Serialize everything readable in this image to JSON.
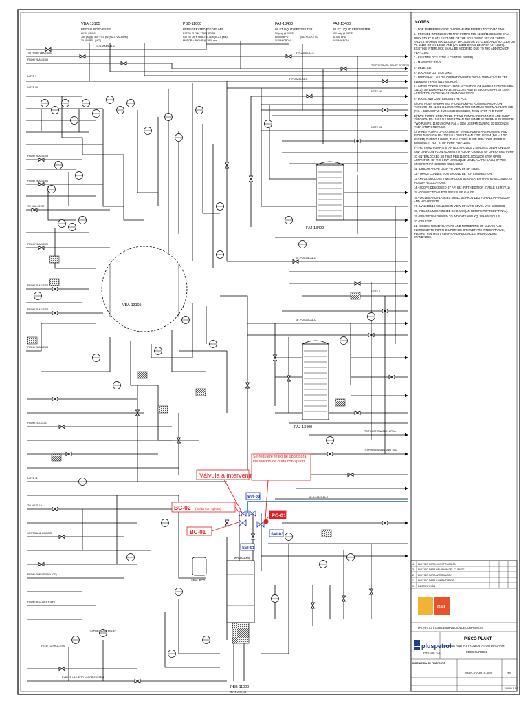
{
  "equipment": {
    "vba": {
      "tag": "VBA-13105",
      "service": "FEED SURGE VESSEL",
      "lines": [
        "60'-0\" SS/SS",
        "150 psig @ 400°F/15 psi (FULL VACUUM)",
        "25,000 BBL (NET)"
      ],
      "label_tank": "VBA-13105"
    },
    "pbb": {
      "tag": "PBB-11000",
      "service": "REFRIGERATED FEED PUMP",
      "lines": [
        "RATED FLOW: 1750 USGPM",
        "RATED DIFF HEAD: 1178 ft (512.5 psia)",
        "MOTOR = 800 HP @ 1800 rpm"
      ],
      "label_bottom": "PBB-11000",
      "label_bottom_sub": "NOTE 2 12, 14"
    },
    "faj1": {
      "tag": "FAJ-13400",
      "service": "INLET LIQUID FEED FILTER",
      "lines": [
        "50 psig @ 150°F",
        "80,000 BPD",
        "5/10 MICRON"
      ],
      "extra": "(NO POCKETS)",
      "label_body": "FAJ-13400"
    },
    "faj2": {
      "tag": "FAJ-13400",
      "service": "INLET LIQUID FEED FILTER",
      "lines": [
        "150 psig @ 150°F",
        "80,000 BPD",
        "5/10 MICRON"
      ],
      "label_body": "FAJ-13400"
    },
    "mpeb": {
      "tag": "MPEB11000"
    },
    "seal_pot": "SEAL POT"
  },
  "callouts": {
    "valvula": "Válvula a intervenir",
    "bc02": "BC-02",
    "bc02_note": "(Brida con spiton)",
    "bc01": "BC-01",
    "pc01": "PC-01",
    "red_note": "Se requiere retiro de uboit para instalación de brida con spitoh",
    "svi02": "SVI-02",
    "svi01": "SVI-01",
    "svi03": "SVI-03"
  },
  "notes": {
    "title": "NOTES:",
    "items": [
      "1.- FOR NUMBERS INSIDE DIAGRAM LINK REFERS TO \"TOAN\" FINAL",
      "2.- PROVIDE INTERLOCK TO TRIP PUMPS PBB-11000/11000/11000 CAN ONLY START IF AT LEAST ONE OF THE FOLLOWING SET OF THREE VALVES IS OPEN: (VK-13103 OR VK-13105 OR VK-13103) AND (VK-13108 OR VK-13106 OR VK-13103) AND (VK-13104 OR VK-13107 OR VK-13107). EXISTING INTERLOCK SHALL BE MODIFIED DUE TO THE ADDITION OF VBA-13103.",
      "3.- EXISTING DCS FTNG & CS FTUS (SWGR)",
      "4.- MAGNETIC PSV's",
      "5.- DELETED.",
      "6.- LOCATED OUTSIDE DIKE.",
      "7.- FEED SHALL ALLOW OPERATION WITH TWO ALTERNATIVE FILTER ELEMENT TYPES (5/10 MICRON).",
      "8.- INTERLOCKED SO THAT UPON ACTIVATION OF (HHRA-13105 OR LHRA-13112), XV-13106 AND XV-13109 CLOSE AND 15 SECONDS AFTER LAHH ACTIVATION CLOSE XV-13105 AND XV-13102.",
      "9.- LOGIC AND CONTROLS IN THE PCS:",
      "A) ONE PUMP OPERATING: IF ONE PUMP IS RUNNING AND FLOW THROUGH FE-11001 IS LOWER THAN THE MINIMUM THERMAL FLOW, 350 (FAL = 320 USGPM) DURING 30 SECONDS, THEN STOP THE PUMP.",
      "B) TWO PUMPS OPERATING: IF TWO PUMPS ARE RUNNING AND FLOW THROUGH FE-11001 IS LOWER THAN THE MINIMUM THERMAL FLOW FOR TWO PUMPS, 1160 USGPM (FAL = 1060 USGPM) DURING 30 SECONDS, THEN STOP ONE PUMP.",
      "C) THREE PUMPS OPERATING: IF THREE PUMPS ARE RUNNING AND FLOW THROUGH FE-11001 IS LOWER THAN 1750 USGPM (FAL = 1750 USGPM) DURING 5 HOUR, THEN STOPS PUMP PBB-11000. IF PBB IS RUNNING, IT NOT STOP PUMP PBB-11000.",
      "IF THE THIRD PUMP IS STARTED, PROVIDE 2 MINUTES DELAY ON LOW AND LOW-LOW FLOW ALARMS TO ALLOW CHANGE OF OPERATING PUMP.",
      "10.- INTERLOCKED SO THAT PBB-11000/11000/11000 STOP UPON ACTIVATION OF THE LOW LOW LIQUID LEVEL ALARM (LALL) OF THE SPHERE THAT IS BEING UNLOADED.",
      "11.- LOCATE VALVE NEAR TO VIEW OF XP-13103.",
      "12.- TRACE CONNECTION SHOULD BE TOP CONNECTION.",
      "13.- XV-13106 CLOSE TIME SHOULD BE GREATER THAN 60 SECONDS AS PIDE/SP REGULATIONS.",
      "14.- SCOPE DESCRIBED BY API 682 (FIFTH EDITION, (TABLE 2.2 REV. 1)",
      "15.- CONNECTIONS FOR PRESSURE GAUGE.",
      "16.- VALVES AND FLANGES SHALL BE PROVIDED FOR ALL PIPING LOW AND HIGH POINTS.",
      "17.- LV-13103/18 SHALL BE IN VIEW OF HAND LEVEL-VXE-1303/2088.",
      "18.- FIELD NUMBER INSIDE DIAGRAM (AN REFERS TO \"TODE\" FINAL).",
      "19.- REVISED BATHOGEN TO INDICATE AND XQ. SIH-6063-GUUE.",
      "20.- DELETED.",
      "21.- CODES, NOMENCLATURE AND NUMBERING OF VALVES AND INSTRUMENTS FOR THE UPGRADE OR INLET ARE INTEGRITATIVE, PLUSPETROL MUST VERIFY AND RECONCILE THEIR CODING STANDARDS."
    ]
  },
  "line_labels": {
    "top_left": [
      "TO FROM VBA-13103",
      "FROM VBA-13105",
      "NOTE 1",
      "NOTE 10"
    ],
    "left_mid": [
      "FROM VBA-13103",
      "FROM VBA-13106",
      "TO VBA-13107",
      "FROM VBA-13102",
      "FROM VBA-13107",
      "FROM VBA-13104",
      "FROM VBA-13108",
      "FROM FAJ-13101"
    ],
    "left_low": [
      "NOTE 11",
      "TO NOTE 10",
      "VENTS AND DRAINS",
      "FROM OPEN DRAIN (OD)",
      "FROM RECOVERY (DR)"
    ],
    "right": [
      "TO PRESSURE RELIEF SYSTEM",
      "NOTE 16",
      "NOTE 13",
      "NOTE 4",
      "TO FRACTIONATION AREA",
      "TO PROCESSING UNIT 1002"
    ],
    "bottom": [
      "FEED TO PROCESS",
      "TO PRESSURE RELIEF",
      "BYPASS VALVE TO VAPOR SYSTEM"
    ],
    "spec_samples": [
      "1\"-G-20001-11-C",
      "3\"-F-20106-A1-C",
      "6\"-P-20230-A1-C",
      "10\"-P-20108-A1-C",
      "16\"-P-20100-A1-C",
      "8\"-G-20120-11-C"
    ]
  },
  "title_block": {
    "revisions": [
      {
        "rev": "4",
        "desc": "EMITIDO PARA CONSTRUCCIÓN",
        "by": "",
        "date": ""
      },
      {
        "rev": "3",
        "desc": "EMITIDO PARA REVISIÓN DEL CLIENTE",
        "by": "",
        "date": ""
      },
      {
        "rev": "2",
        "desc": "EMITIDO PARA APROBACIÓN",
        "by": "",
        "date": ""
      },
      {
        "rev": "1",
        "desc": "EMITIDO PARA COMENTARIOS",
        "by": "",
        "date": ""
      },
      {
        "rev": "0",
        "desc": "DESCRIPCIÓN",
        "by": "",
        "date": ""
      }
    ],
    "project_line": "PROYECTO: ETAPA DE AMPLIACIÓN DE COMPRESIÓN",
    "client": "pluspetrol",
    "client_sub": "Peru Corp. S.A.",
    "plant": "PISCO PLANT",
    "drawing_title": "PIPING AND INSTRUMENTATION DIAGRAM",
    "drawing_sub": "FEED SURGE 2",
    "engineering": "INGENIERÍA DE PROYECTO",
    "drawing_no": "PPAG-510-PL-X-603",
    "rev": "23",
    "sheet": "FOLIO 1 DE 1",
    "logo": "GMI"
  }
}
